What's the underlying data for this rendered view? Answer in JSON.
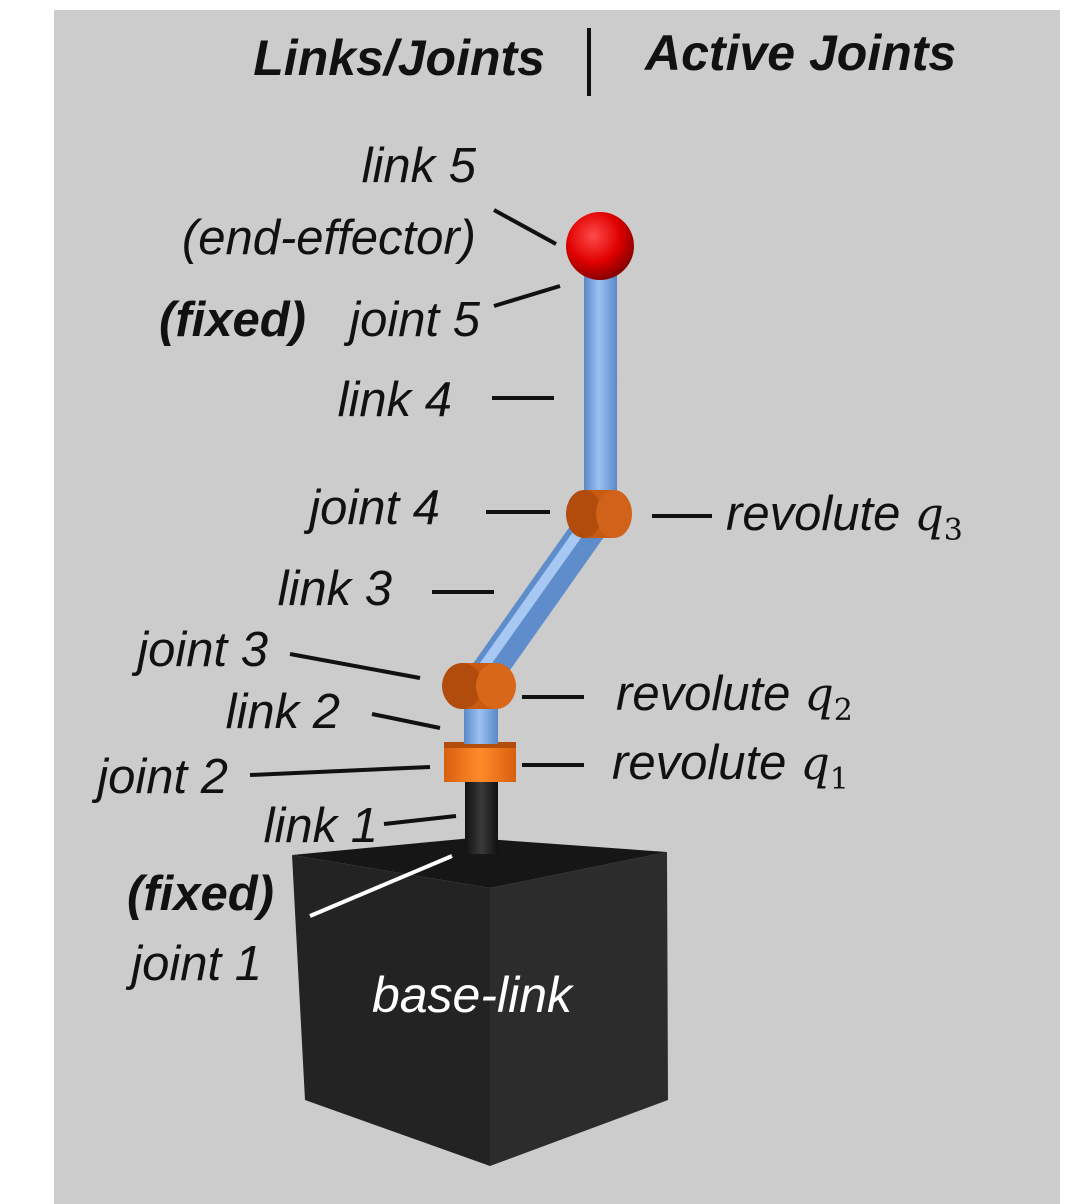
{
  "header": {
    "left": "Links/Joints",
    "right": "Active Joints"
  },
  "labels": {
    "link5": "link 5",
    "end_effector": "(end-effector)",
    "fixed_top": "(fixed)",
    "joint5": "joint 5",
    "link4": "link 4",
    "joint4": "joint 4",
    "link3": "link 3",
    "joint3": "joint 3",
    "link2": "link 2",
    "joint2": "joint 2",
    "link1": "link 1",
    "fixed_bottom": "(fixed)",
    "joint1": "joint 1",
    "base_link": "base-link"
  },
  "active_joints": {
    "q3": {
      "prefix": "revolute",
      "var": "q",
      "sub": "3"
    },
    "q2": {
      "prefix": "revolute",
      "var": "q",
      "sub": "2"
    },
    "q1": {
      "prefix": "revolute",
      "var": "q",
      "sub": "1"
    }
  },
  "colors": {
    "background": "#cccccc",
    "link_blue": "#7ba9e6",
    "joint_orange": "#c85a12",
    "joint_orange_light": "#f07a1e",
    "end_effector_red": "#ee0000",
    "base_dark": "#262626"
  }
}
